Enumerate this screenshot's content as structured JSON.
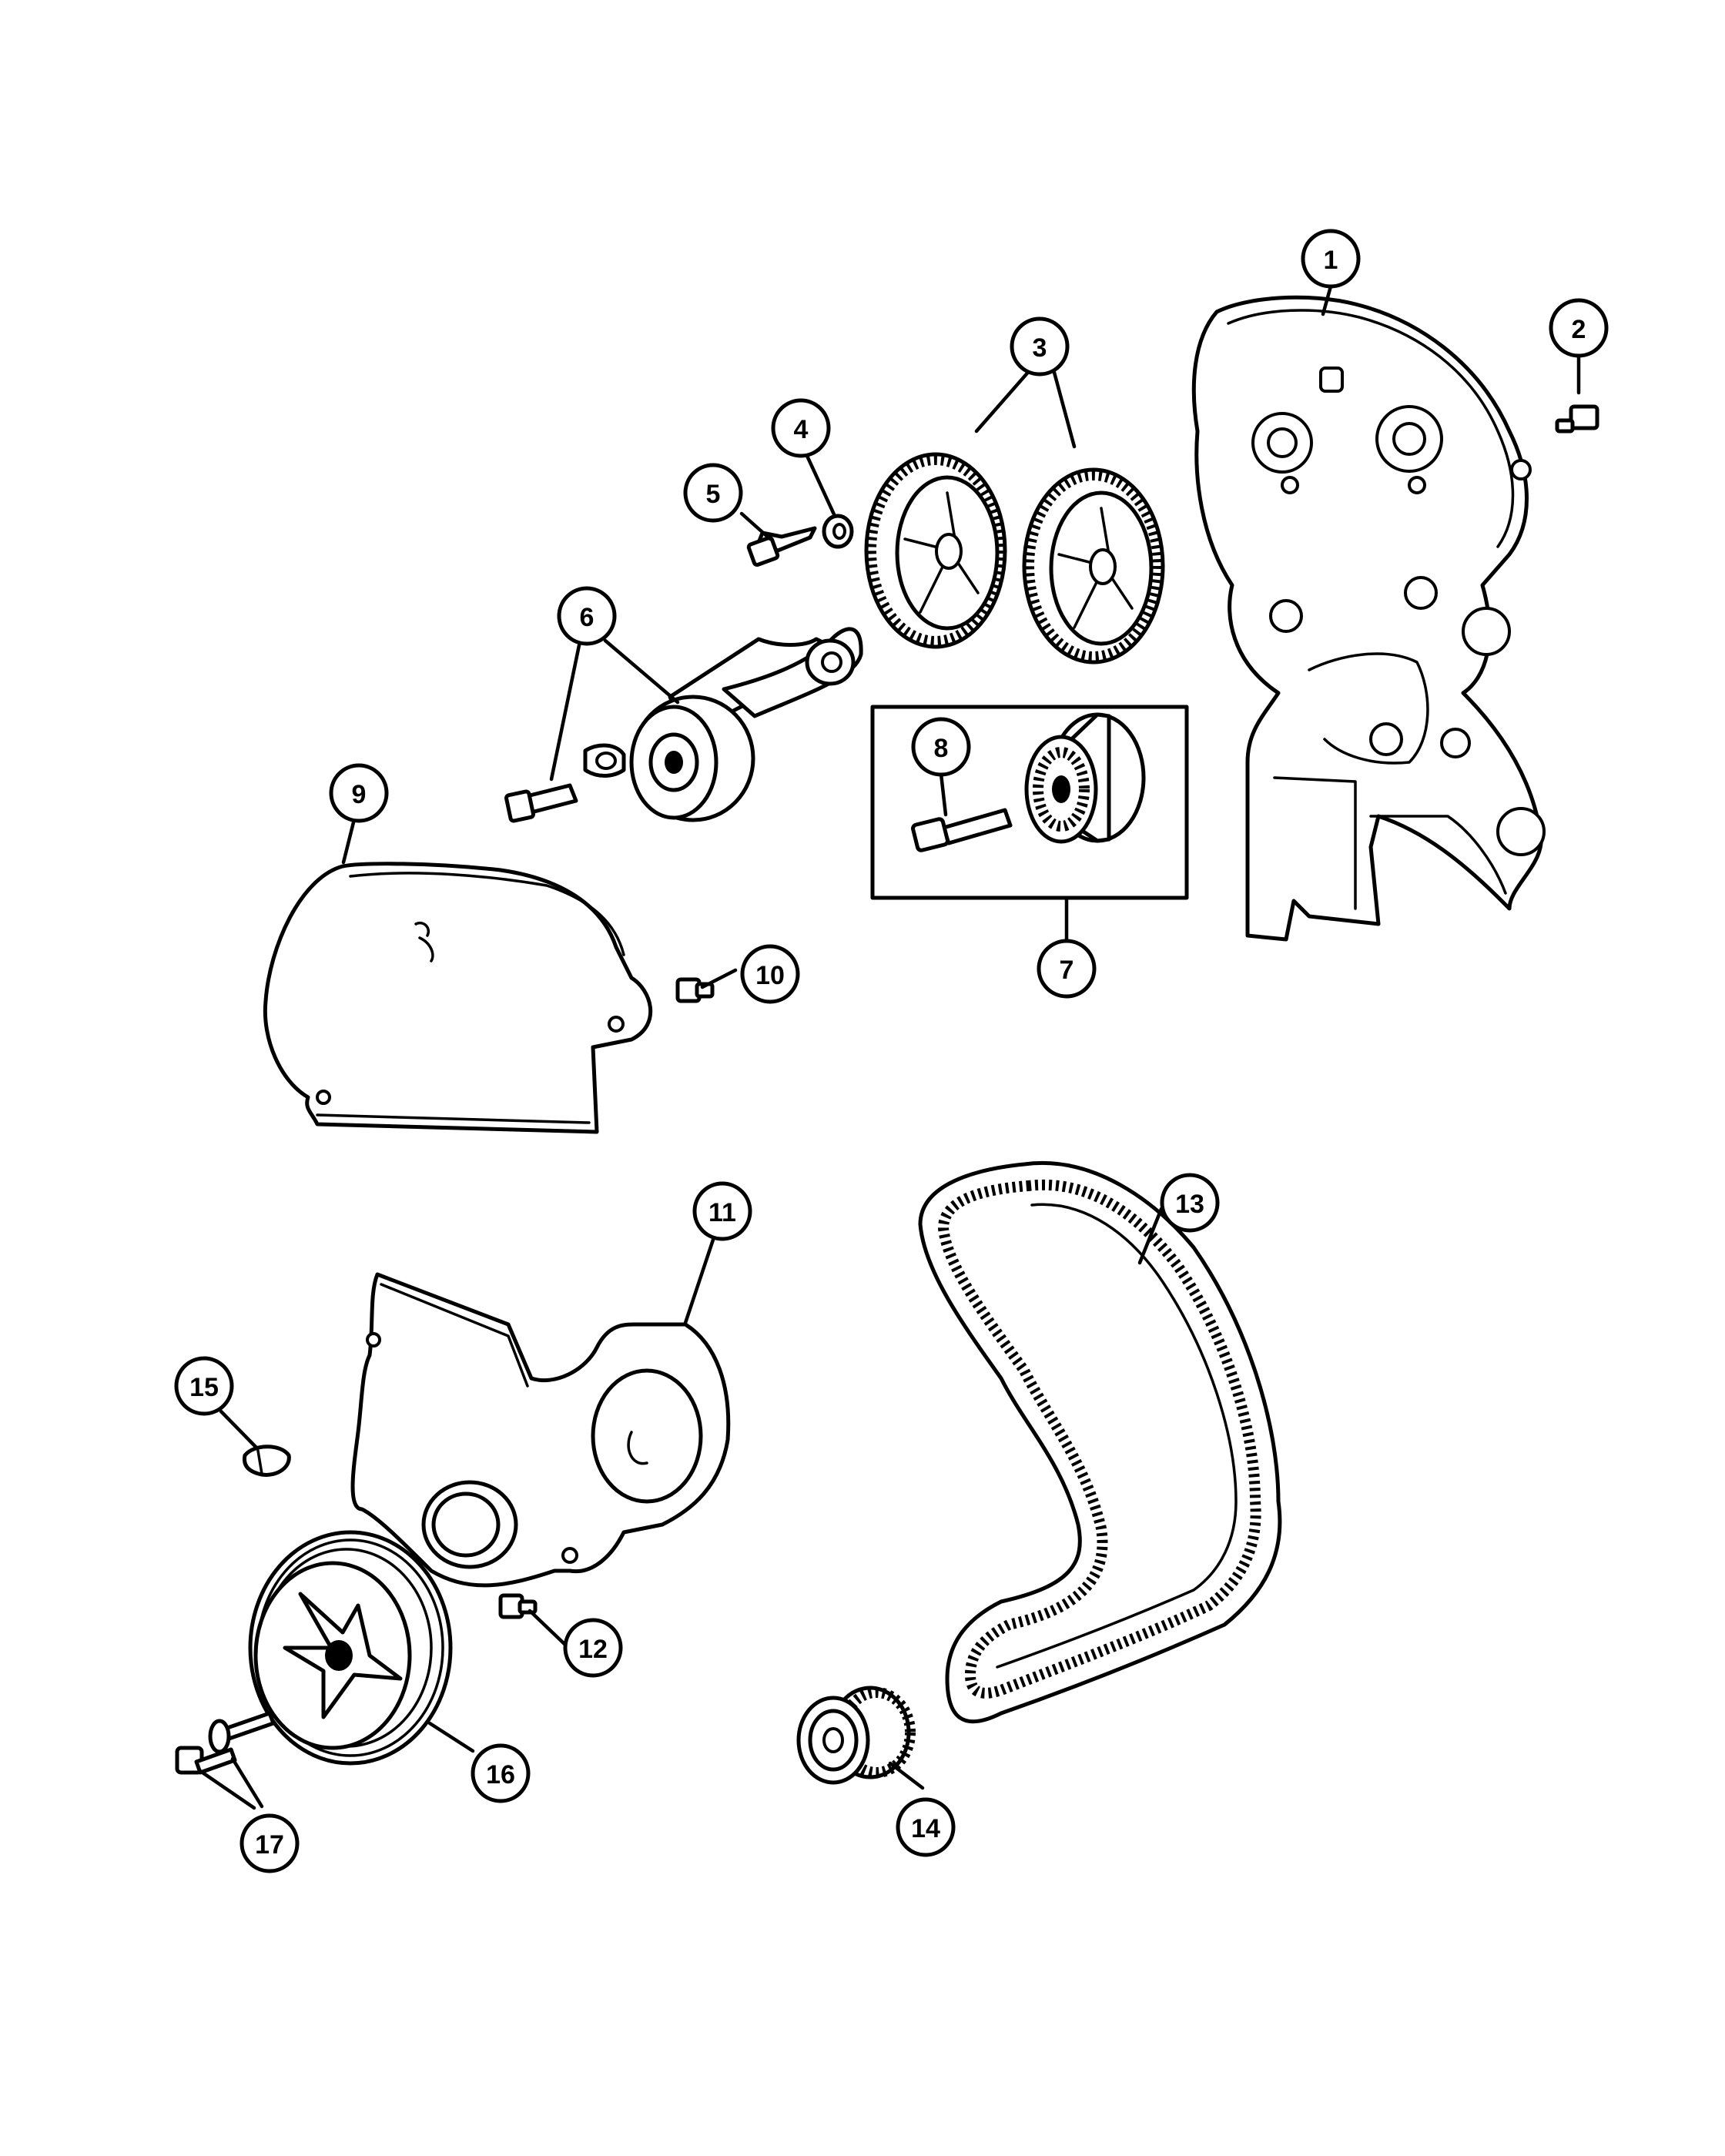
{
  "callouts": [
    {
      "id": "1",
      "label": "1"
    },
    {
      "id": "2",
      "label": "2"
    },
    {
      "id": "3",
      "label": "3"
    },
    {
      "id": "4",
      "label": "4"
    },
    {
      "id": "5",
      "label": "5"
    },
    {
      "id": "6",
      "label": "6"
    },
    {
      "id": "7",
      "label": "7"
    },
    {
      "id": "8",
      "label": "8"
    },
    {
      "id": "9",
      "label": "9"
    },
    {
      "id": "10",
      "label": "10"
    },
    {
      "id": "11",
      "label": "11"
    },
    {
      "id": "12",
      "label": "12"
    },
    {
      "id": "13",
      "label": "13"
    },
    {
      "id": "14",
      "label": "14"
    },
    {
      "id": "15",
      "label": "15"
    },
    {
      "id": "16",
      "label": "16"
    },
    {
      "id": "17",
      "label": "17"
    }
  ],
  "colors": {
    "ink": "#000000",
    "paper": "#ffffff"
  }
}
